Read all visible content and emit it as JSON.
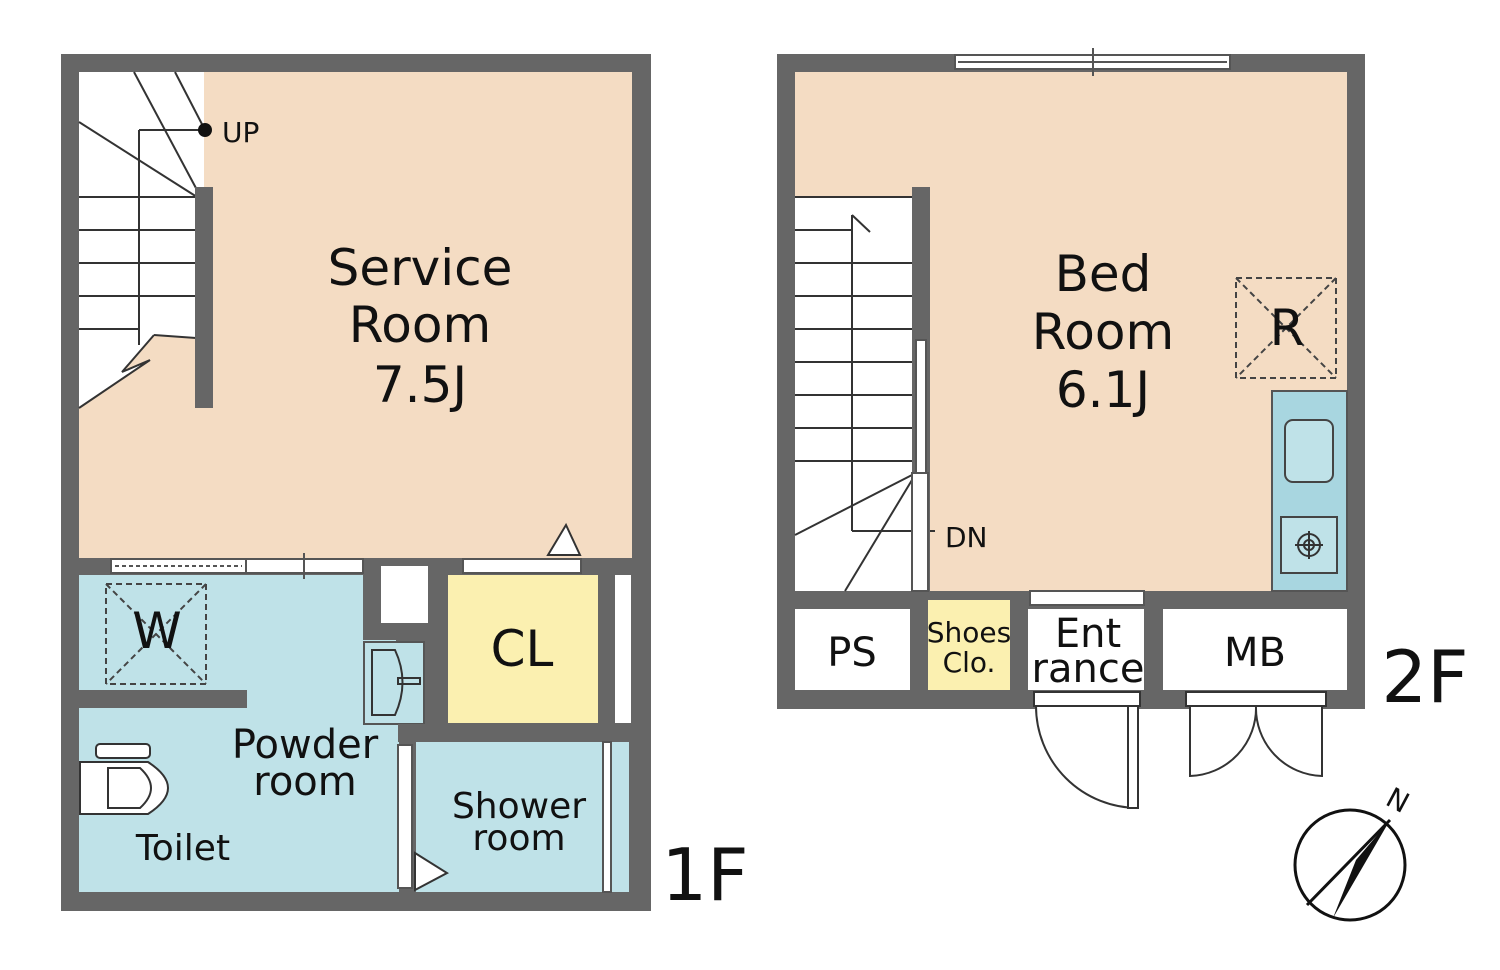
{
  "floor1": {
    "floor_label": "1F",
    "service_room": {
      "line1": "Service",
      "line2": "Room",
      "line3": "7.5J"
    },
    "stair_label": "UP",
    "washer_label": "W",
    "closet_label": "CL",
    "powder_room": {
      "line1": "Powder",
      "line2": "room"
    },
    "toilet_label": "Toilet",
    "shower_room": {
      "line1": "Shower",
      "line2": "room"
    }
  },
  "floor2": {
    "floor_label": "2F",
    "bed_room": {
      "line1": "Bed",
      "line2": "Room",
      "line3": "6.1J"
    },
    "fridge_label": "R",
    "stair_label": "DN",
    "ps_label": "PS",
    "shoes_closet": {
      "line1": "Shoes",
      "line2": "Clo."
    },
    "entrance": {
      "line1": "Ent",
      "line2": "rance"
    },
    "mb_label": "MB"
  },
  "compass_label": "N",
  "colors": {
    "wall": "#666666",
    "room_beige": "#f4dcc3",
    "wet_area_blue": "#bfe2e8",
    "closet_yellow": "#fbf0b0",
    "kitchen_blue": "#a8d6e0"
  }
}
